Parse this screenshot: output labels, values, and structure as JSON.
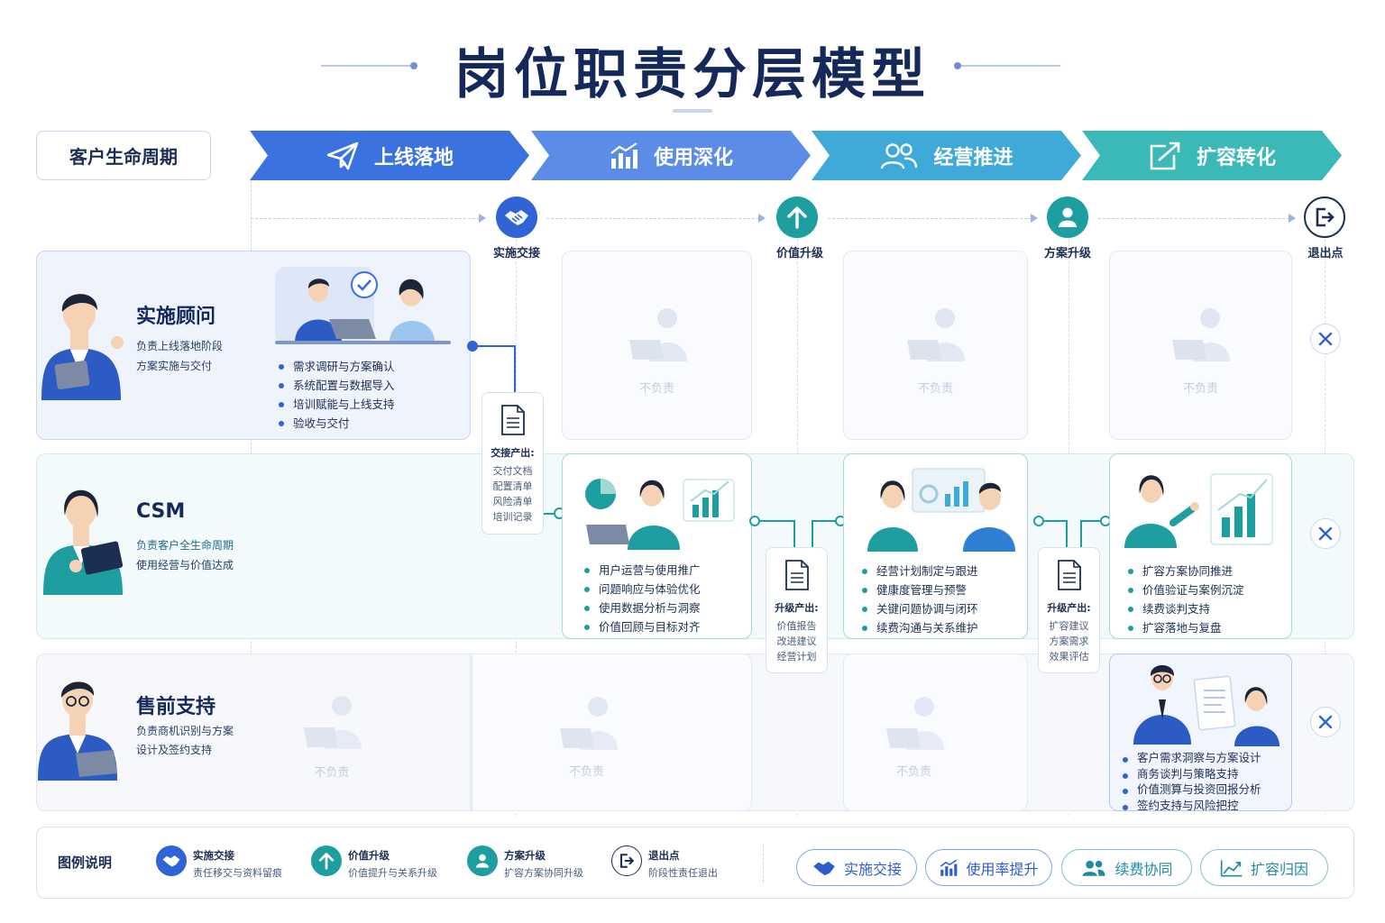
{
  "title": "岗位职责分层模型",
  "lifecycle_label": "客户生命周期",
  "phases": [
    {
      "label": "上线落地",
      "icon": "paper-plane-icon",
      "color": "#3a73e0"
    },
    {
      "label": "使用深化",
      "icon": "bar-chart-icon",
      "color": "#5b8de8"
    },
    {
      "label": "经营推进",
      "icon": "users-icon",
      "color": "#3fa9d8"
    },
    {
      "label": "扩容转化",
      "icon": "expand-icon",
      "color": "#3bb8b8"
    }
  ],
  "milestones": [
    {
      "label": "实施交接",
      "icon": "handshake-icon"
    },
    {
      "label": "价值升级",
      "icon": "arrow-up-icon"
    },
    {
      "label": "方案升级",
      "icon": "user-upgrade-icon"
    },
    {
      "label": "退出点",
      "icon": "exit-icon"
    }
  ],
  "roles": [
    {
      "name": "实施顾问",
      "desc1": "负责上线落地阶段",
      "desc2": "方案实施与交付"
    },
    {
      "name": "CSM",
      "desc1": "负责客户全生命周期",
      "desc2": "使用经营与价值达成"
    },
    {
      "name": "售前支持",
      "desc1": "负责商机识别与方案",
      "desc2": "设计及签约支持"
    }
  ],
  "not_responsible": "不负责",
  "impl_tasks": [
    "需求调研与方案确认",
    "系统配置与数据导入",
    "培训赋能与上线支持",
    "验收与交付"
  ],
  "csm_use_tasks": [
    "用户运营与使用推广",
    "问题响应与体验优化",
    "使用数据分析与洞察",
    "价值回顾与目标对齐"
  ],
  "csm_ops_tasks": [
    "经营计划制定与跟进",
    "健康度管理与预警",
    "关键问题协调与闭环",
    "续费沟通与关系维护"
  ],
  "csm_exp_tasks": [
    "扩容方案协同推进",
    "价值验证与案例沉淀",
    "续费谈判支持",
    "扩容落地与复盘"
  ],
  "presales_exp_tasks": [
    "客户需求洞察与方案设计",
    "商务谈判与策略支持",
    "价值测算与投资回报分析",
    "签约支持与风险把控"
  ],
  "deliverables": [
    {
      "title": "交接产出:",
      "items": [
        "交付文档",
        "配置清单",
        "风险清单",
        "培训记录"
      ]
    },
    {
      "title": "升级产出:",
      "items": [
        "价值报告",
        "改进建议",
        "经营计划"
      ]
    },
    {
      "title": "升级产出:",
      "items": [
        "扩容建议",
        "方案需求",
        "效果评估"
      ]
    }
  ],
  "legend": {
    "title": "图例说明",
    "items": [
      {
        "name": "实施交接",
        "desc": "责任移交与资料留痕",
        "icon": "handshake-icon"
      },
      {
        "name": "价值升级",
        "desc": "价值提升与关系升级",
        "icon": "arrow-up-icon"
      },
      {
        "name": "方案升级",
        "desc": "扩容方案协同升级",
        "icon": "user-upgrade-icon"
      },
      {
        "name": "退出点",
        "desc": "阶段性责任退出",
        "icon": "exit-icon"
      }
    ],
    "pills": [
      {
        "label": "实施交接",
        "icon": "handshake-icon"
      },
      {
        "label": "使用率提升",
        "icon": "bar-chart-icon"
      },
      {
        "label": "续费协同",
        "icon": "users-icon"
      },
      {
        "label": "扩容归因",
        "icon": "growth-chart-icon"
      }
    ]
  }
}
